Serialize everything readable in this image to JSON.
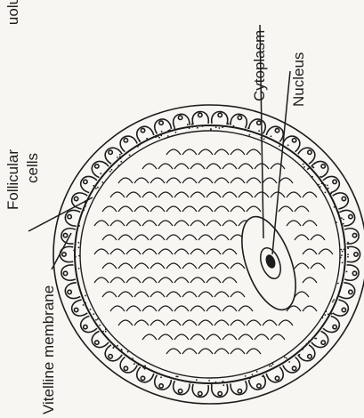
{
  "labels": {
    "vitelline_membrane": "Vitelline membrane",
    "follicular_cells_line1": "Follicular",
    "follicular_cells_line2": "cells",
    "cytoplasm": "Cytoplasm",
    "nucleus": "Nucleus",
    "cropped_top_left": "uolu"
  },
  "colors": {
    "ink": "#1c1c1c",
    "paper": "#f7f6f2"
  }
}
